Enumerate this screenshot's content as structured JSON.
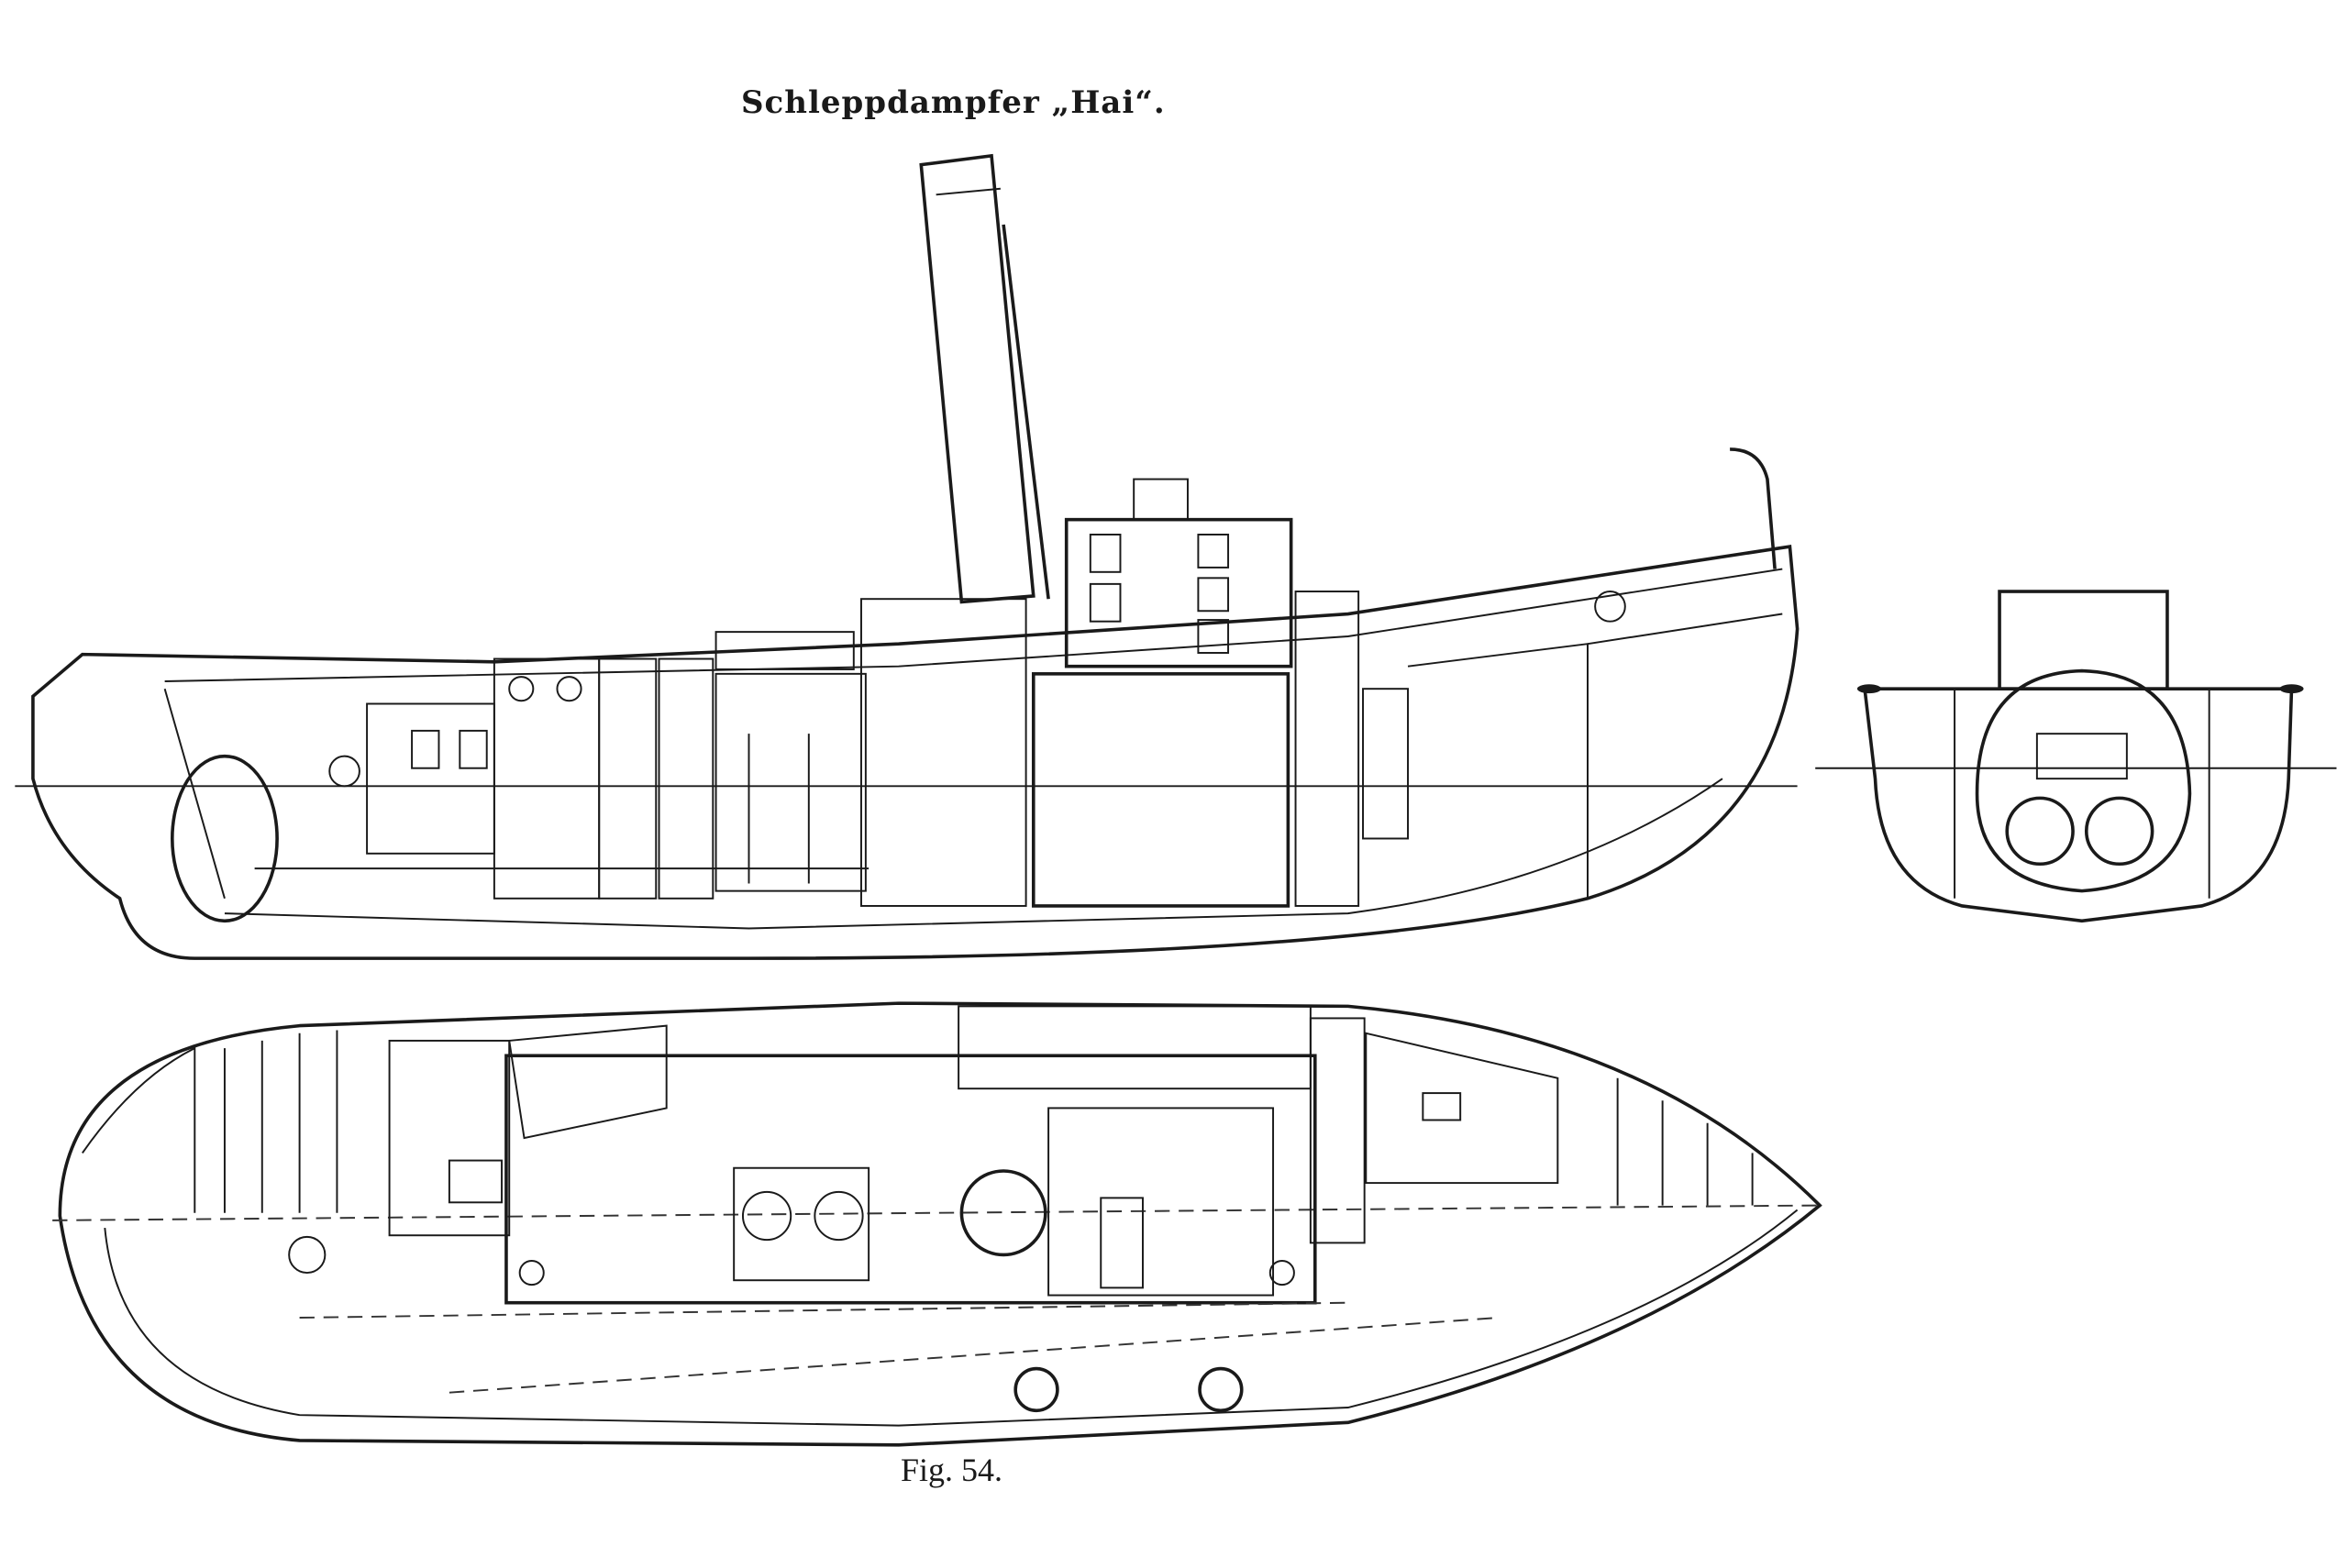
{
  "figure": {
    "title": "Schleppdampfer „Hai“.",
    "caption": "Fig. 54.",
    "views": [
      "side-section",
      "cross-section",
      "plan-view"
    ]
  }
}
